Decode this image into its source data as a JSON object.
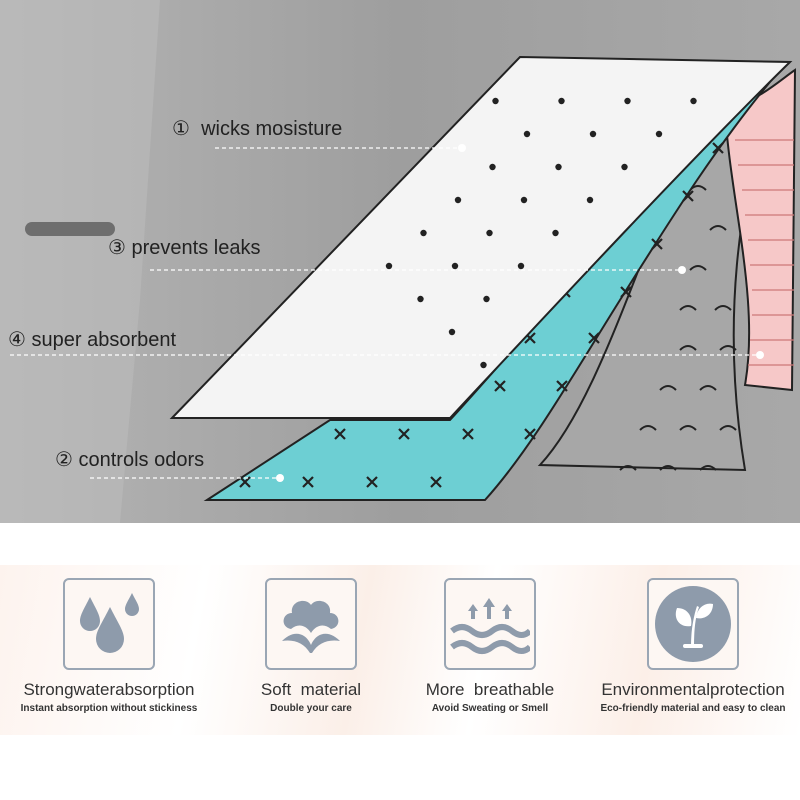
{
  "callouts": [
    {
      "marker": "①",
      "text": "wicks mosisture"
    },
    {
      "marker": "③",
      "text": "prevents leaks"
    },
    {
      "marker": "④",
      "text": "super absorbent"
    },
    {
      "marker": "②",
      "text": "controls odors"
    }
  ],
  "features": [
    {
      "icon": "water-drops-icon",
      "title": "Strongwaterabsorption",
      "subtitle": "Instant absorption without stickiness"
    },
    {
      "icon": "cotton-icon",
      "title": "Soft  material",
      "subtitle": "Double your care"
    },
    {
      "icon": "breathable-waves-icon",
      "title": "More  breathable",
      "subtitle": "Avoid Sweating or Smell"
    },
    {
      "icon": "plant-sprout-icon",
      "title": "Environmentalprotection",
      "subtitle": "Eco-friendly material and easy to clean"
    }
  ],
  "colors": {
    "teal": "#6dcfd3",
    "pink": "#f6c8c8",
    "icon": "#8e9bab"
  }
}
